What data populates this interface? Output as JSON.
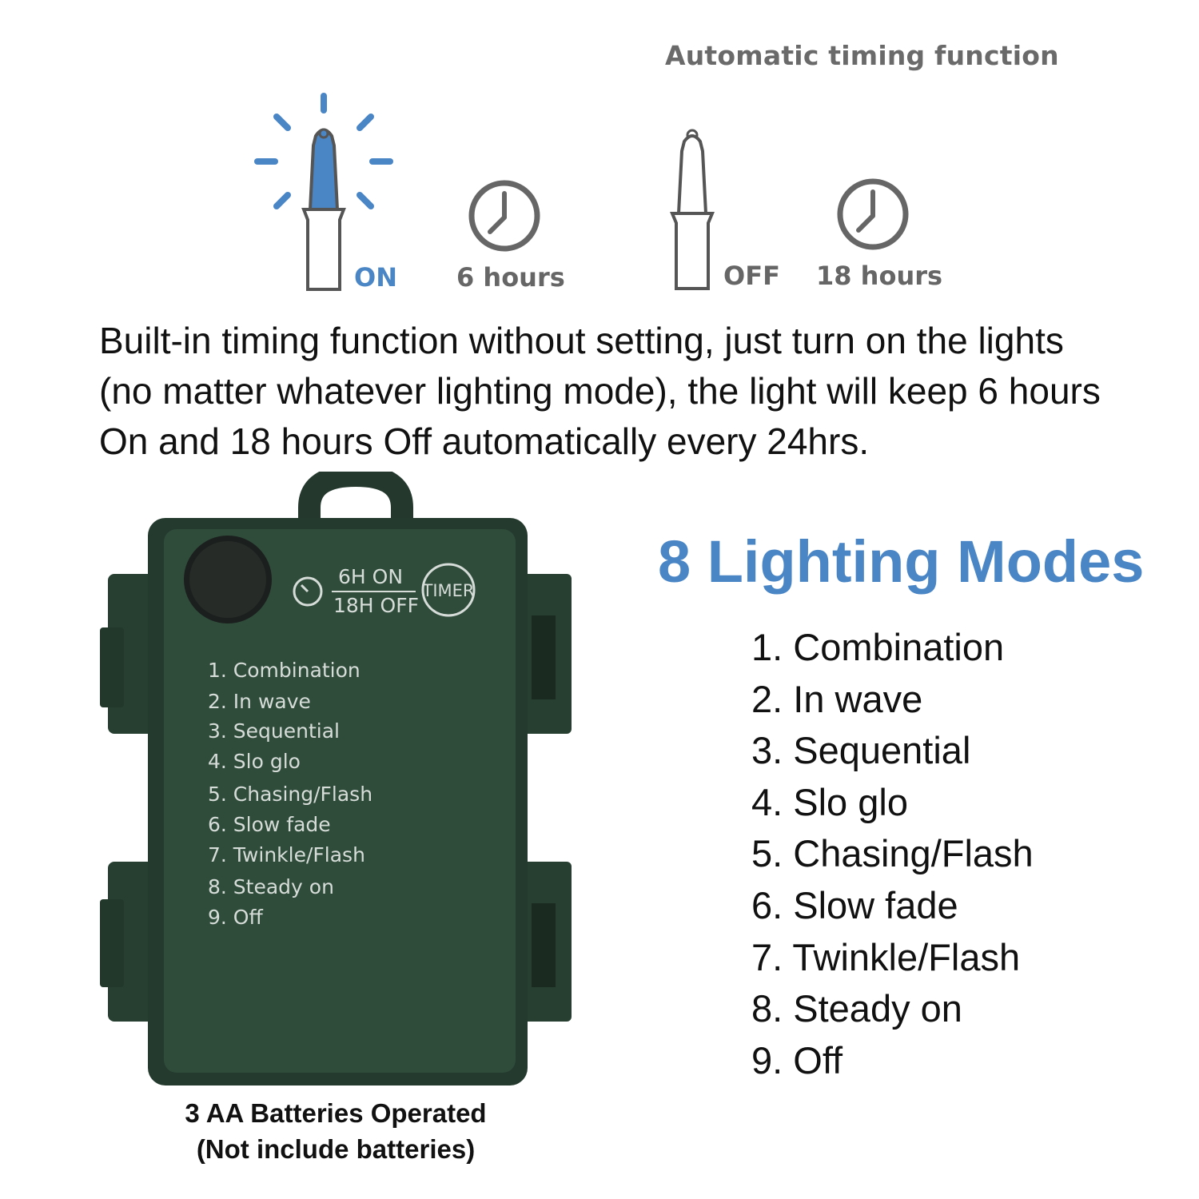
{
  "timing": {
    "subtitle": "Automatic timing function",
    "on_label": "ON",
    "on_duration": "6 hours",
    "off_label": "OFF",
    "off_duration": "18 hours",
    "accent_color": "#4a86c6",
    "icons": [
      "lit-bulb-icon",
      "clock-icon",
      "unlit-bulb-icon",
      "clock-icon"
    ]
  },
  "description": {
    "line1": "Built-in timing function without setting, just turn on the lights",
    "line2": "(no matter whatever lighting mode), the light will keep 6 hours",
    "line3": "On and 18 hours Off automatically every 24hrs."
  },
  "battery_box": {
    "color": "#2d4a3a",
    "timer_top": "6H  ON",
    "timer_bottom": "18H  OFF",
    "timer_button": "TIMER",
    "modes": [
      "1. Combination",
      "2. In wave",
      "3. Sequential",
      "4. Slo glo",
      "5. Chasing/Flash",
      "6. Slow fade",
      "7. Twinkle/Flash",
      "8. Steady on",
      "9. Off"
    ]
  },
  "lighting_modes": {
    "title": "8 Lighting Modes",
    "items": [
      "1. Combination",
      "2. In wave",
      "3. Sequential",
      "4. Slo glo",
      "5. Chasing/Flash",
      "6. Slow fade",
      "7. Twinkle/Flash",
      "8. Steady on",
      "9. Off"
    ]
  },
  "caption": {
    "line1": "3 AA Batteries Operated",
    "line2": "(Not include batteries)"
  }
}
